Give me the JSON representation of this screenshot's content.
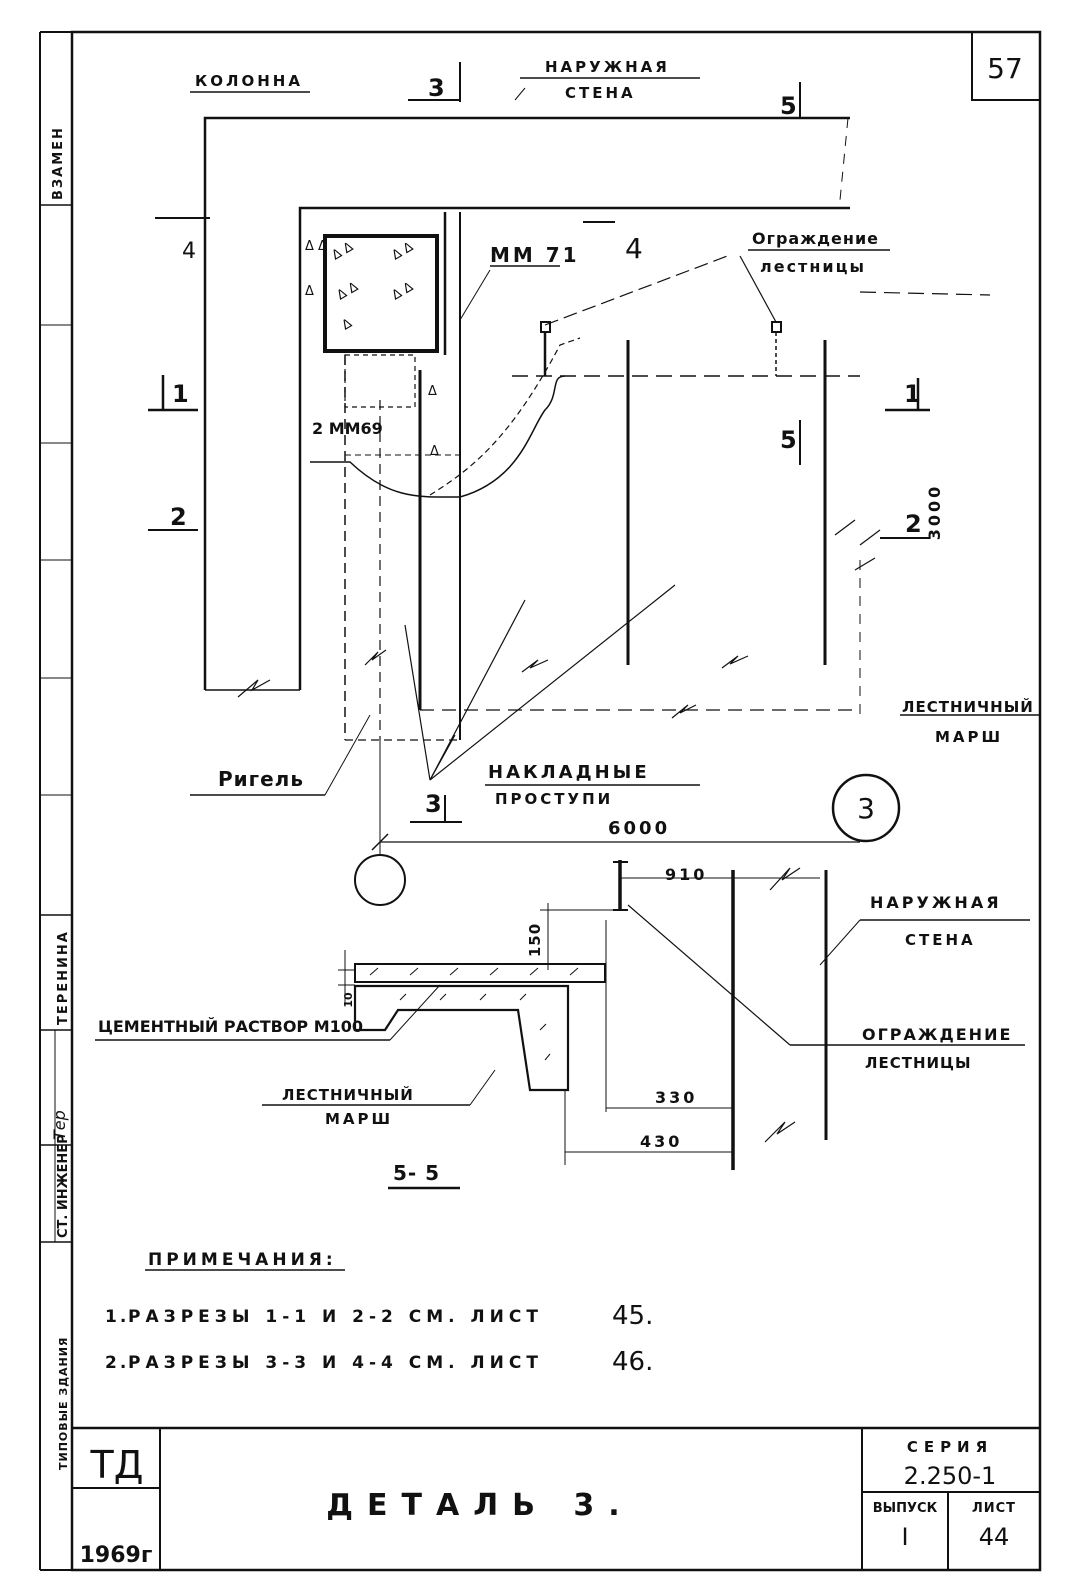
{
  "sheet": {
    "number": "57"
  },
  "side_stamp": {
    "vzamen": "ВЗАМЕН",
    "terenina": "ТЕРЕНИНА",
    "st_ingener": "СТ. ИНЖЕНЕР",
    "signature": "Тер",
    "tipovye": "ТИПОВЫЕ ЗДАНИЯ"
  },
  "plan": {
    "kolonna": "КОЛОННА",
    "naruzhnaya_stena": [
      "НАРУЖНАЯ",
      "СТЕНА"
    ],
    "mm71": "ММ 71",
    "mm69": "2 ММ69",
    "ograzhdenie": [
      "Ограждение",
      "лестницы"
    ],
    "rigel": "Ригель",
    "nakladnye": [
      "НАКЛАДНЫЕ",
      "ПРОСТУПИ"
    ],
    "lestnichny_marsh": [
      "ЛЕСТНИЧНЫЙ",
      "МАРШ"
    ],
    "dim_6000": "6000",
    "dim_3000": "3000",
    "detail_circle": "3",
    "section_marks": {
      "s1_left": "1",
      "s1_right": "1",
      "s2_left": "2",
      "s2_right": "2",
      "s3_top": "3",
      "s3_bottom": "3",
      "s4_left": "4",
      "s4_mid": "4",
      "s5_top": "5",
      "s5_mid": "5"
    }
  },
  "section55": {
    "title": "5- 5",
    "dim_910": "910",
    "dim_150": "150",
    "dim_10": "10",
    "dim_330": "330",
    "dim_430": "430",
    "naruzhnaya_stena": [
      "НАРУЖНАЯ",
      "СТЕНА"
    ],
    "ograzhdenie": [
      "ОГРАЖДЕНИЕ",
      "ЛЕСТНИЦЫ"
    ],
    "cement": "ЦЕМЕНТНЫЙ РАСТВОР М100",
    "lestnichny_marsh": [
      "ЛЕСТНИЧНЫЙ",
      "МАРШ"
    ]
  },
  "notes": {
    "heading": "ПРИМЕЧАНИЯ:",
    "items": [
      {
        "n": "1.",
        "text": "РАЗРЕЗЫ 1-1 И 2-2 СМ. ЛИСТ",
        "sheet": "45."
      },
      {
        "n": "2.",
        "text": "РАЗРЕЗЫ 3-3 И 4-4 СМ. ЛИСТ",
        "sheet": "46."
      }
    ]
  },
  "title_block": {
    "td": "ТД",
    "year": "1969г",
    "title": "ДЕТАЛЬ 3.",
    "seriya_label": "СЕРИЯ",
    "seriya_value": "2.250-1",
    "vypusk_label": "ВЫПУСК",
    "vypusk_value": "I",
    "list_label": "ЛИСТ",
    "list_value": "44"
  }
}
